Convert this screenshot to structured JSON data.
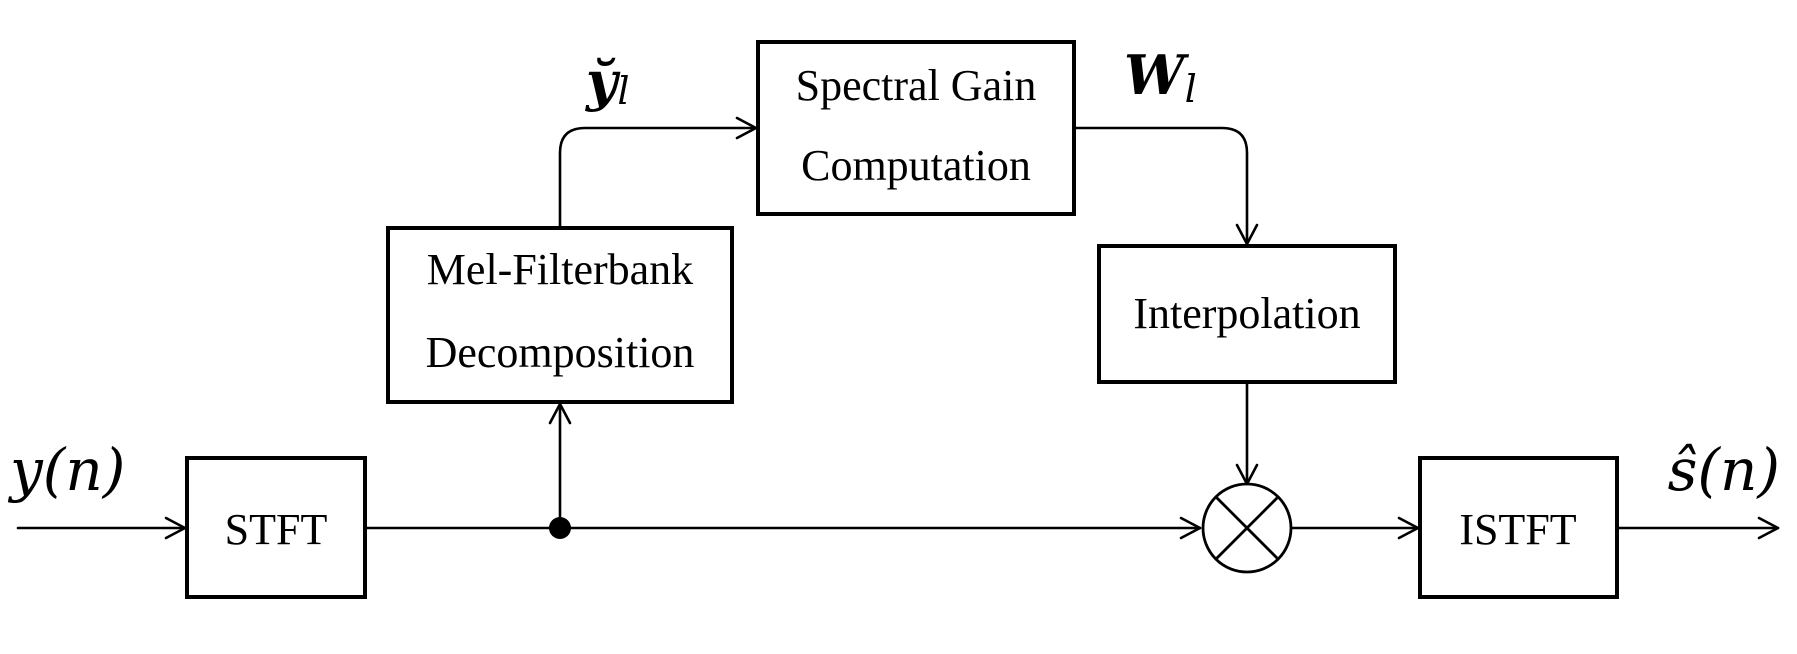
{
  "blocks": {
    "stft": "STFT",
    "mel_line1": "Mel-Filterbank",
    "mel_line2": "Decomposition",
    "gain_line1": "Spectral Gain",
    "gain_line2": "Computation",
    "interp": "Interpolation",
    "istft": "ISTFT"
  },
  "signals": {
    "input": "y(n)",
    "mel_out_main": "y̆",
    "mel_out_sub": "l",
    "gain_out_main": "W",
    "gain_out_sub": "l",
    "output": "ŝ(n)"
  },
  "operators": {
    "multiply_icon": "multiply-circle-icon"
  }
}
